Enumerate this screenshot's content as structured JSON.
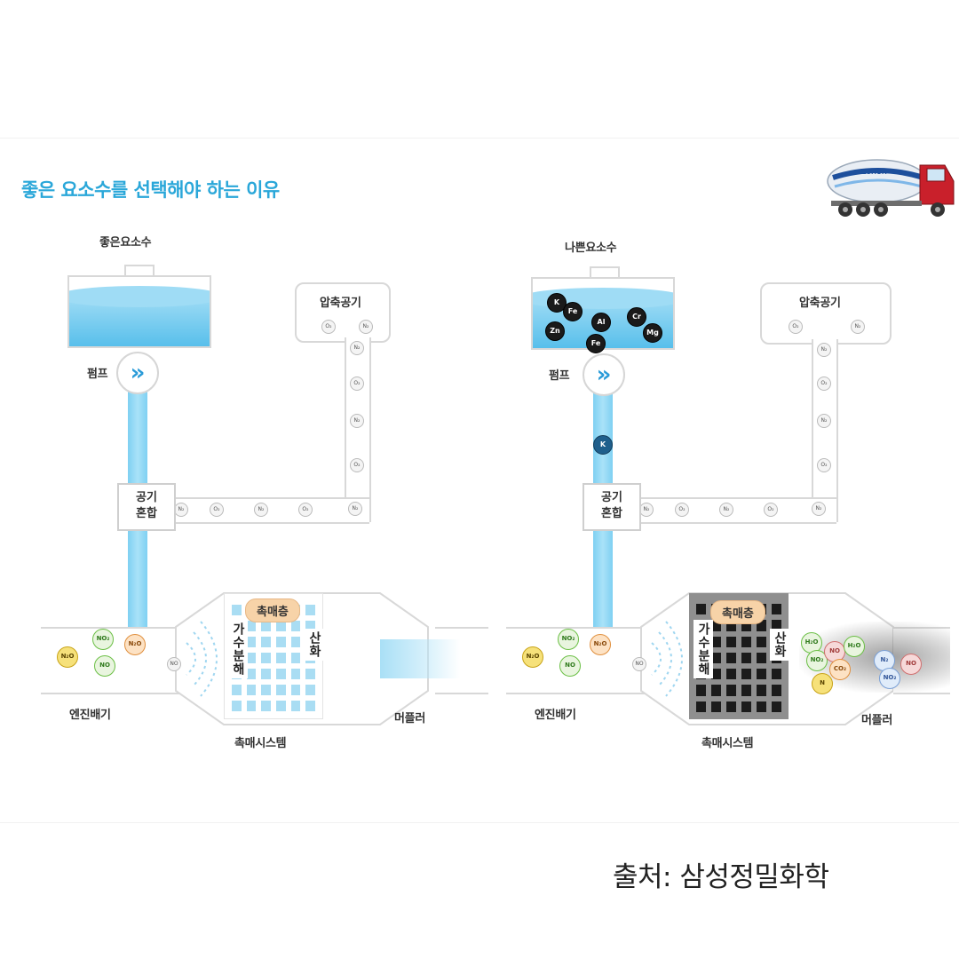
{
  "title": "좋은 요소수를 선택해야 하는 이유",
  "source": "출처: 삼성정밀화학",
  "good": {
    "tank_label": "좋은요소수",
    "air_label": "압축공기",
    "pump_label": "펌프",
    "mix_line1": "공기",
    "mix_line2": "혼합",
    "catalyst_label": "촉매층",
    "left_vertical": "가수분해",
    "right_vertical": "산화",
    "engine_label": "엔진배기",
    "system_label": "촉매시스템",
    "muffler_label": "머플러"
  },
  "bad": {
    "tank_label": "나쁜요소수",
    "air_label": "압축공기",
    "pump_label": "펌프",
    "mix_line1": "공기",
    "mix_line2": "혼합",
    "catalyst_label": "촉매층",
    "left_vertical": "가수분해",
    "right_vertical": "산화",
    "engine_label": "엔진배기",
    "system_label": "촉매시스템",
    "muffler_label": "머플러",
    "impurities": [
      "K",
      "Fe",
      "Zn",
      "Al",
      "Cr",
      "Mg",
      "Fe"
    ]
  },
  "molecules": {
    "o2": "O₂",
    "n2": "N₂",
    "no2": "NO₂",
    "no": "NO",
    "n2o": "N₂O",
    "h2o": "H₂O",
    "co2": "CO₂",
    "n": "N",
    "k": "K"
  },
  "truck_brand": "EUROX",
  "colors": {
    "title": "#2aa7d9",
    "water": "#58bfeb",
    "catalyst_label": "#f7d3a8",
    "good_cell": "#a9ddf3",
    "bad_cell": "#1b1b1b"
  }
}
